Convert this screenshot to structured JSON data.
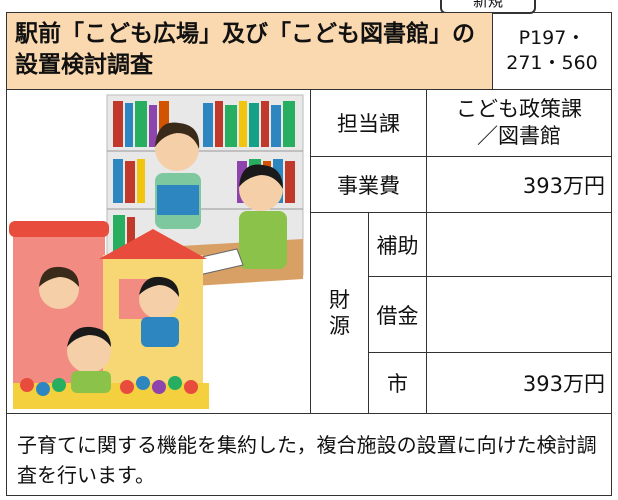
{
  "badge": "新規",
  "title": "駅前「こども広場」及び「こども図書館」の設置検討調査",
  "pages": [
    "P197・",
    "271・560"
  ],
  "table": {
    "department_label": "担当課",
    "department_value": [
      "こども政策課",
      "／図書館"
    ],
    "cost_label": "事業費",
    "cost_value": "393万円",
    "funding_label": [
      "財",
      "源"
    ],
    "subsidy_label": "補助",
    "subsidy_value": "",
    "loan_label": "借金",
    "loan_value": "",
    "city_label": "市",
    "city_value": "393万円"
  },
  "description": "子育てに関する機能を集約した，複合施設の設置に向けた検討調査を行います。",
  "colors": {
    "title_bg": "#fbd9b0",
    "border": "#333333"
  }
}
